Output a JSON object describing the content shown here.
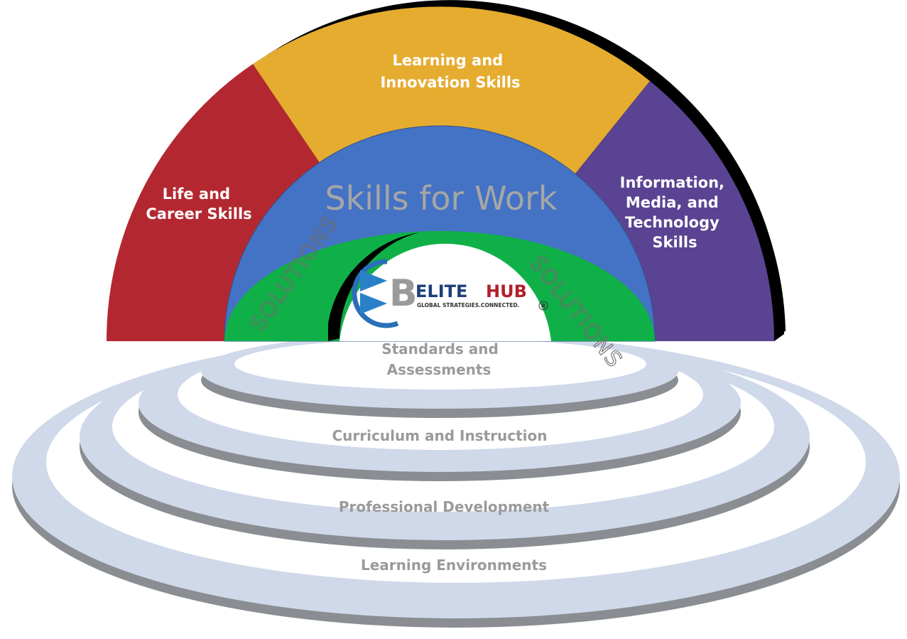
{
  "arch": {
    "left": [
      "Life and",
      "Career Skills"
    ],
    "top": [
      "Learning and",
      "Innovation Skills"
    ],
    "right": [
      "Information,",
      "Media, and",
      "Technology",
      "Skills"
    ],
    "center": "Skills for Work",
    "solutions_left": "SOLUTIONS",
    "solutions_right": "SOLUTIONS"
  },
  "logo": {
    "name": "ELITE",
    "name2": "HUB",
    "tagline": "GLOBAL STRATEGIES.CONNECTED.",
    "mark": "R"
  },
  "rings": [
    "Standards and",
    "Assessments",
    "Curriculum and Instruction",
    "Professional Development",
    "Learning Environments"
  ],
  "colors": {
    "red": "#b32830",
    "yellow": "#e5ac30",
    "purple": "#5a4392",
    "blue": "#4472c4",
    "green": "#10b048",
    "ring": "#d0d9ea",
    "shadow": "#8a8e92"
  }
}
